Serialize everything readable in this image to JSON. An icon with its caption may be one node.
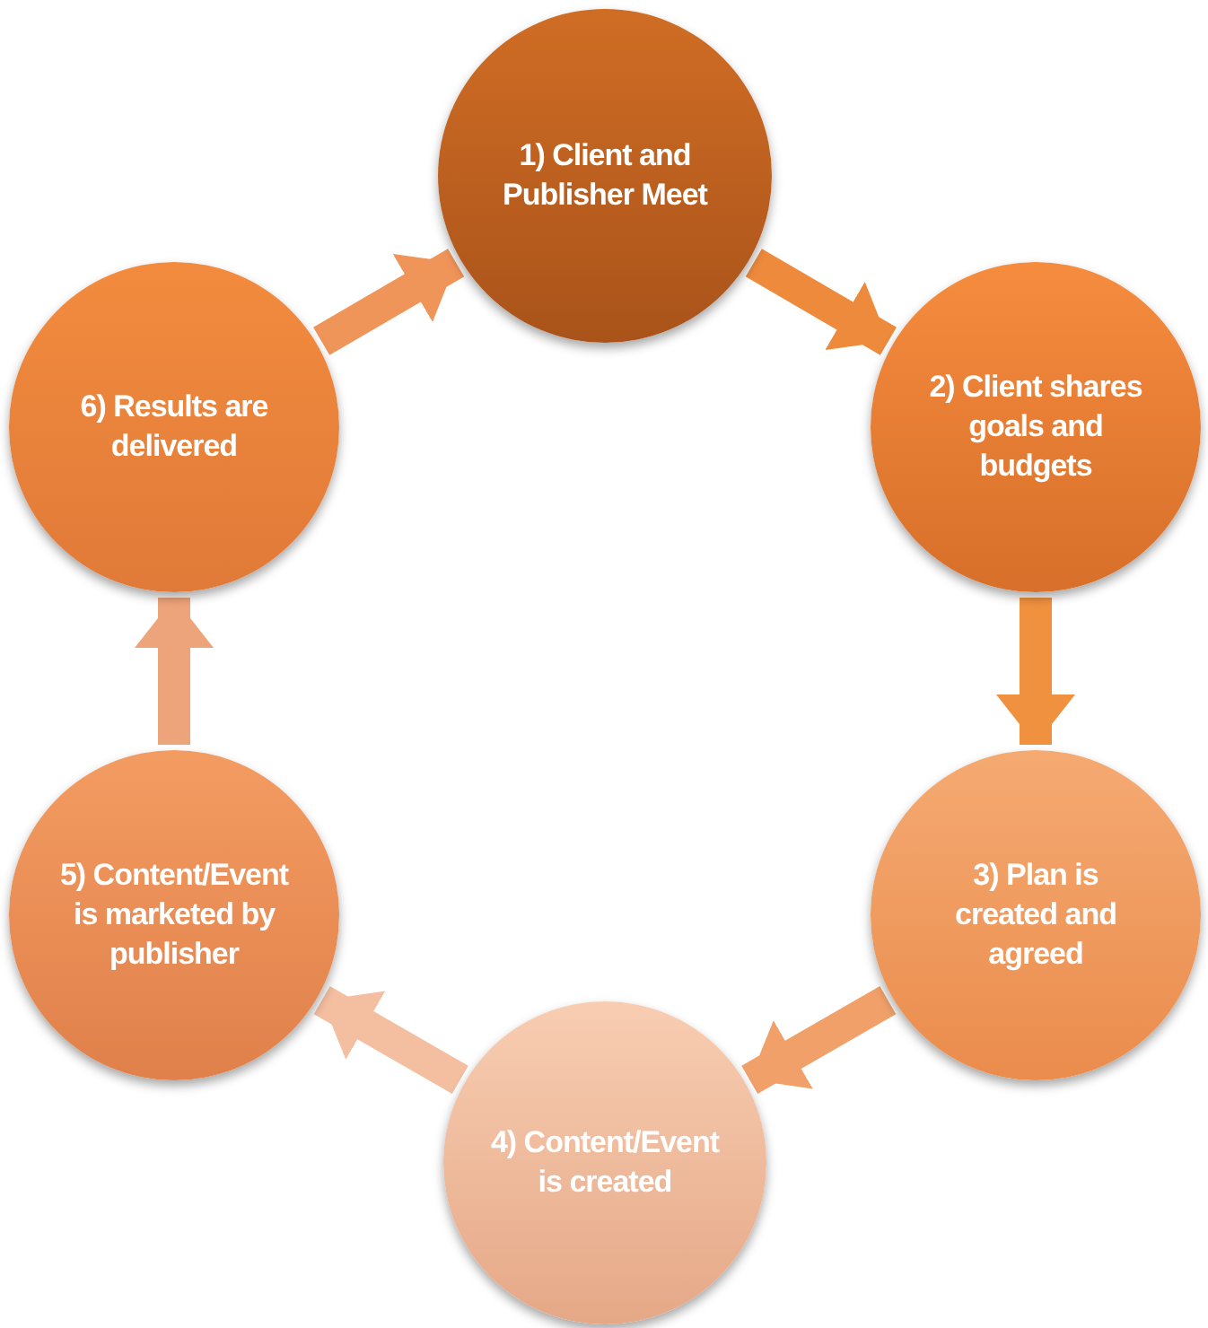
{
  "diagram": {
    "nodes": [
      {
        "text": [
          "1) Client and Publisher Meet"
        ]
      },
      {
        "text": [
          "2) Client shares goals and budgets"
        ]
      },
      {
        "text": [
          "3) Plan is created and agreed"
        ]
      },
      {
        "text": [
          "4) Content/Event is created"
        ]
      },
      {
        "text": [
          "5) Content/Event is marketed by publisher"
        ]
      },
      {
        "text": [
          "6) Results are delivered"
        ]
      }
    ],
    "edges": [
      {
        "from": 0,
        "to": 1,
        "arrow": "to",
        "color": "#ee8a3c"
      },
      {
        "from": 1,
        "to": 2,
        "arrow": "to",
        "color": "#f0913f"
      },
      {
        "from": 2,
        "to": 3,
        "arrow": "to",
        "color": "#f1a06a"
      },
      {
        "from": 3,
        "to": 4,
        "arrow": "to",
        "color": "#f4bea0"
      },
      {
        "from": 4,
        "to": 5,
        "arrow": "to",
        "color": "#eea47a"
      },
      {
        "from": 5,
        "to": 0,
        "arrow": "to",
        "color": "#f0955a"
      }
    ]
  }
}
